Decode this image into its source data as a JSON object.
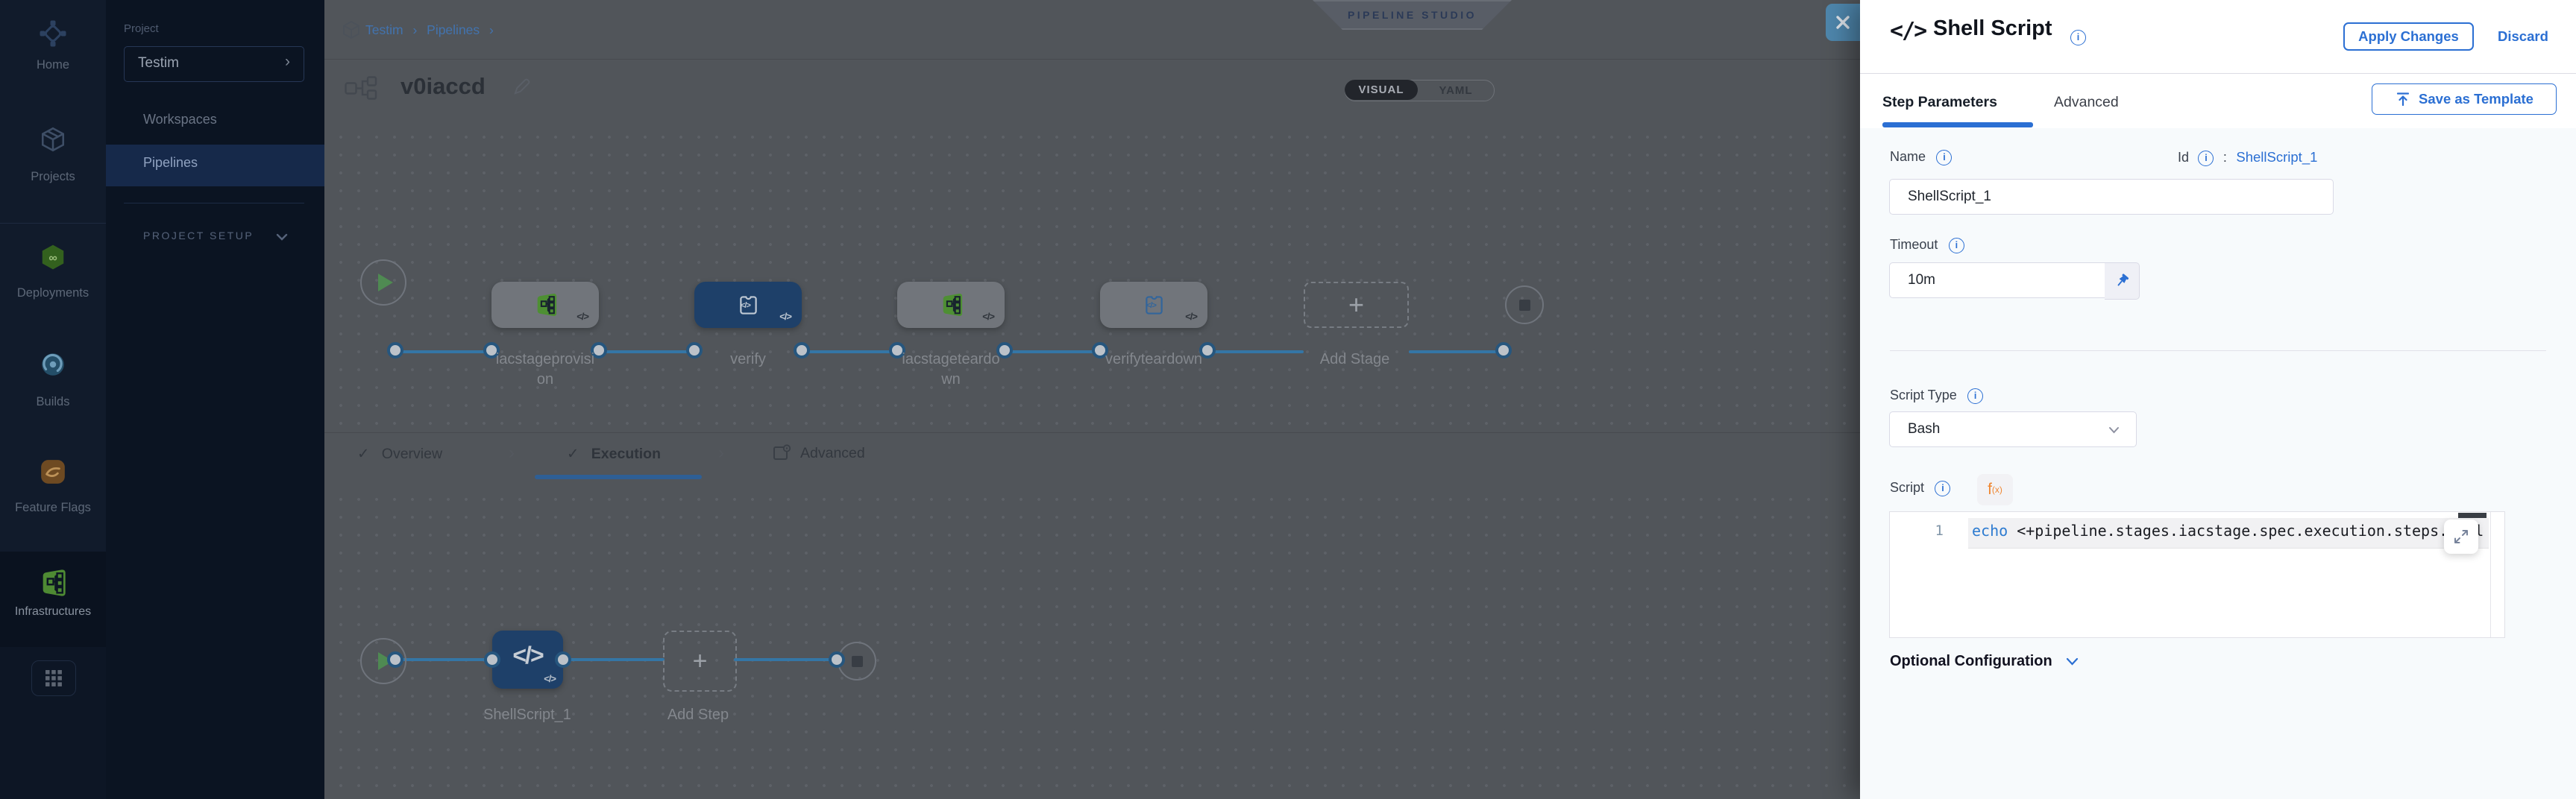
{
  "icons": {
    "code": "</>",
    "check": "✓",
    "chevron_right": "›",
    "plus": "+",
    "infinity": "∞",
    "info": "i"
  },
  "nav_rail": {
    "items": [
      {
        "label": "Home"
      },
      {
        "label": "Projects"
      },
      {
        "label": "Deployments"
      },
      {
        "label": "Builds"
      },
      {
        "label": "Feature Flags"
      },
      {
        "label": "Infrastructures"
      }
    ]
  },
  "project_sidebar": {
    "section_label": "Project",
    "project_name": "Testim",
    "items": [
      {
        "label": "Workspaces"
      },
      {
        "label": "Pipelines"
      }
    ],
    "setup_label": "PROJECT SETUP"
  },
  "header": {
    "breadcrumbs": [
      "Testim",
      "Pipelines"
    ],
    "studio_badge": "PIPELINE STUDIO",
    "pipeline_name": "v0iaccd",
    "view_toggle": {
      "visual": "VISUAL",
      "yaml": "YAML",
      "selected": "VISUAL"
    }
  },
  "stage_canvas": {
    "stages": [
      {
        "name": "iacstageprovision",
        "type": "iacm"
      },
      {
        "name": "verify",
        "type": "custom",
        "selected": true
      },
      {
        "name": "iacstageteardown",
        "type": "iacm"
      },
      {
        "name": "verifyteardown",
        "type": "custom"
      }
    ],
    "add_stage_label": "Add Stage"
  },
  "stage_tabs": {
    "tabs": [
      {
        "label": "Overview",
        "checked": true
      },
      {
        "label": "Execution",
        "checked": true,
        "selected": true
      },
      {
        "label": "Advanced",
        "checked": false
      }
    ],
    "selected": "Execution"
  },
  "step_canvas": {
    "step_name": "ShellScript_1",
    "add_step_label": "Add Step"
  },
  "drawer": {
    "title": "Shell Script",
    "apply_label": "Apply Changes",
    "discard_label": "Discard",
    "tabs": [
      "Step Parameters",
      "Advanced"
    ],
    "selected_tab": "Step Parameters",
    "save_as_template_label": "Save as Template",
    "name_label": "Name",
    "name_value": "ShellScript_1",
    "id_label": "Id",
    "id_separator": ":",
    "id_value": "ShellScript_1",
    "timeout_label": "Timeout",
    "timeout_value": "10m",
    "script_type_label": "Script Type",
    "script_type_value": "Bash",
    "script_label": "Script",
    "fx_f": "f",
    "fx_x": "(x)",
    "code": {
      "line_number": "1",
      "keyword": "echo",
      "rest": " <+pipeline.stages.iacstage.spec.execution.steps.appl"
    },
    "optional_config_label": "Optional Configuration"
  },
  "colors": {
    "accent": "#2B6FD3",
    "harness_blue": "#0278d5",
    "selected_node": "#1E4069",
    "canvas_dim": "#51555A"
  }
}
